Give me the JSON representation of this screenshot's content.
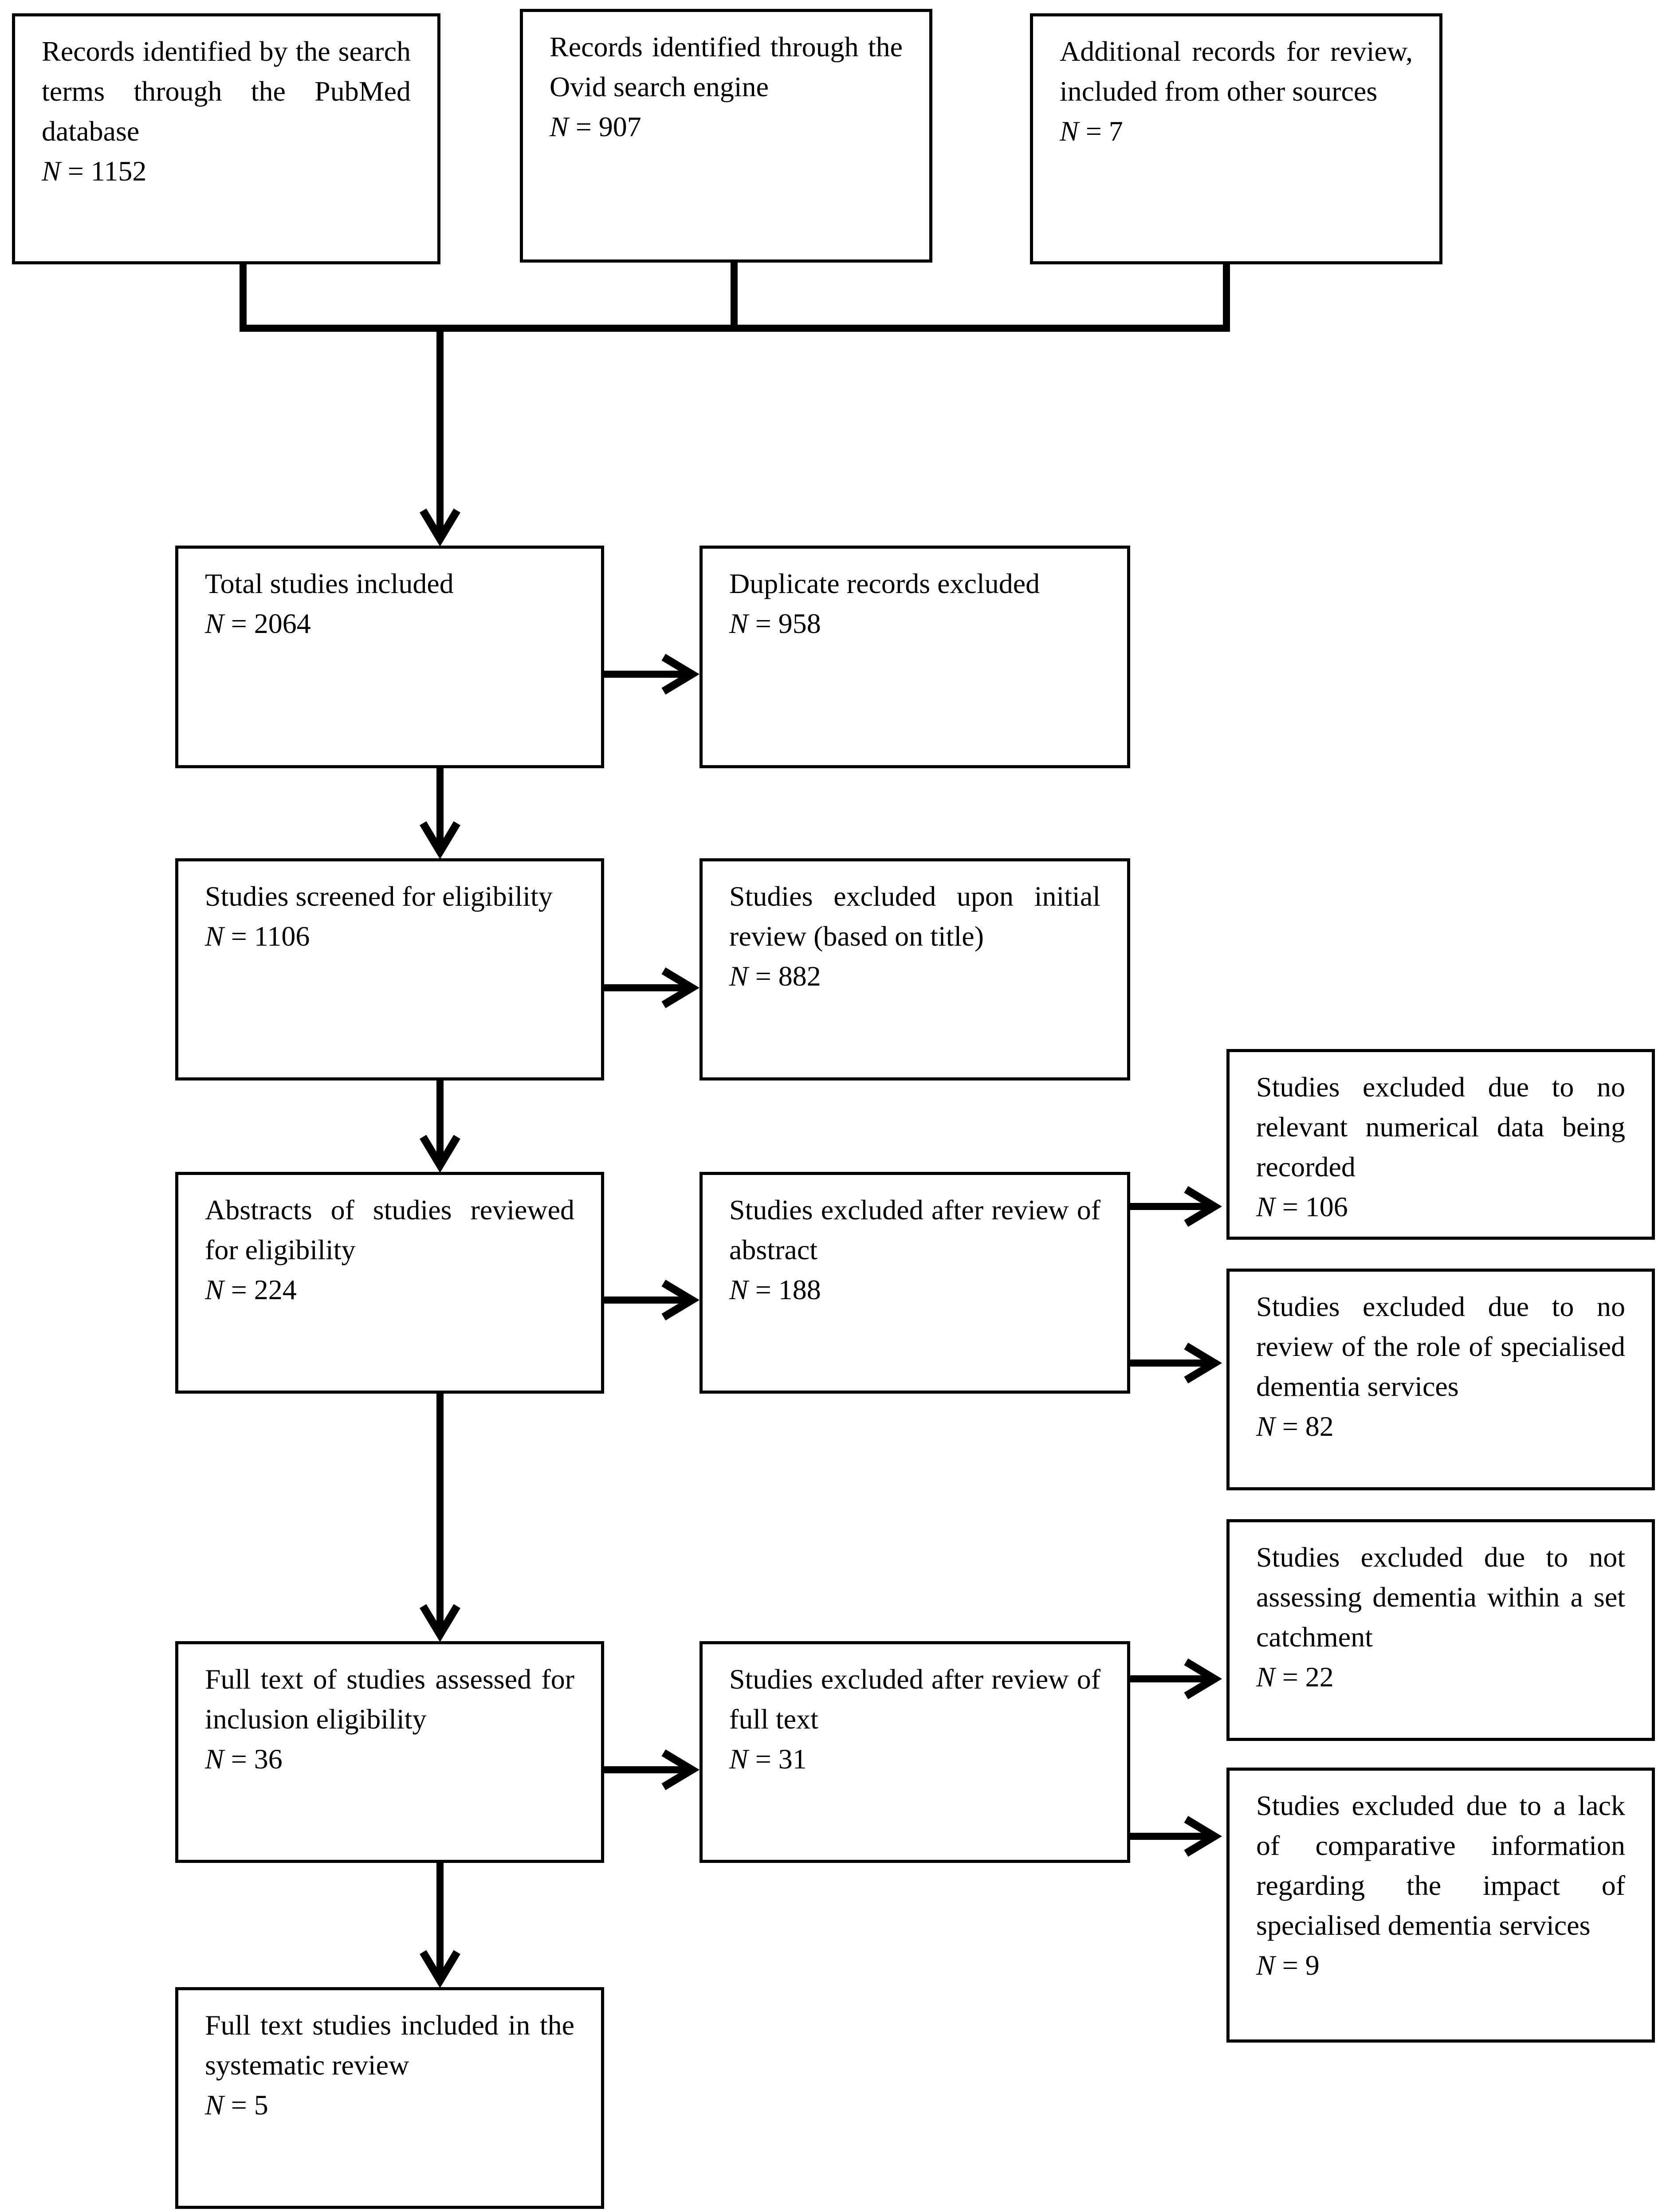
{
  "boxes": {
    "pubmed": {
      "text": "Records identified by the search terms through the PubMed database",
      "n_label": "N",
      "n_value": "= 1152"
    },
    "ovid": {
      "text": "Records identified through the Ovid search engine",
      "n_label": "N",
      "n_value": "= 907"
    },
    "other": {
      "text": "Additional records for review, included from other sources",
      "n_label": "N",
      "n_value": "= 7"
    },
    "total": {
      "text": "Total studies included",
      "n_label": "N",
      "n_value": "= 2064"
    },
    "duplicates": {
      "text": "Duplicate records excluded",
      "n_label": "N",
      "n_value": "= 958"
    },
    "screened": {
      "text": "Studies screened for eligibility",
      "n_label": "N",
      "n_value": "= 1106"
    },
    "excluded_title": {
      "text": "Studies excluded upon initial review (based on title)",
      "n_label": "N",
      "n_value": "= 882"
    },
    "abstracts": {
      "text": "Abstracts of studies reviewed for eligibility",
      "n_label": "N",
      "n_value": "= 224"
    },
    "excluded_abstract": {
      "text": "Studies excluded after review of abstract",
      "n_label": "N",
      "n_value": "= 188"
    },
    "no_numerical": {
      "text": "Studies excluded due to no relevant numerical data being recorded",
      "n_label": "N",
      "n_value": "= 106"
    },
    "no_role_review": {
      "text": "Studies excluded due to no review of the role of specialised dementia services",
      "n_label": "N",
      "n_value": "= 82"
    },
    "full_text": {
      "text": "Full text of studies assessed for inclusion eligibility",
      "n_label": "N",
      "n_value": "= 36"
    },
    "excluded_full": {
      "text": "Studies excluded after review of full text",
      "n_label": "N",
      "n_value": "= 31"
    },
    "no_catchment": {
      "text": "Studies excluded due to not assessing dementia within a set catchment",
      "n_label": "N",
      "n_value": "= 22"
    },
    "no_comparative": {
      "text": "Studies excluded due to a lack of comparative information regarding the impact of specialised dementia services",
      "n_label": "N",
      "n_value": "= 9"
    },
    "included": {
      "text": "Full text studies included in the systematic review",
      "n_label": "N",
      "n_value": "= 5"
    }
  }
}
